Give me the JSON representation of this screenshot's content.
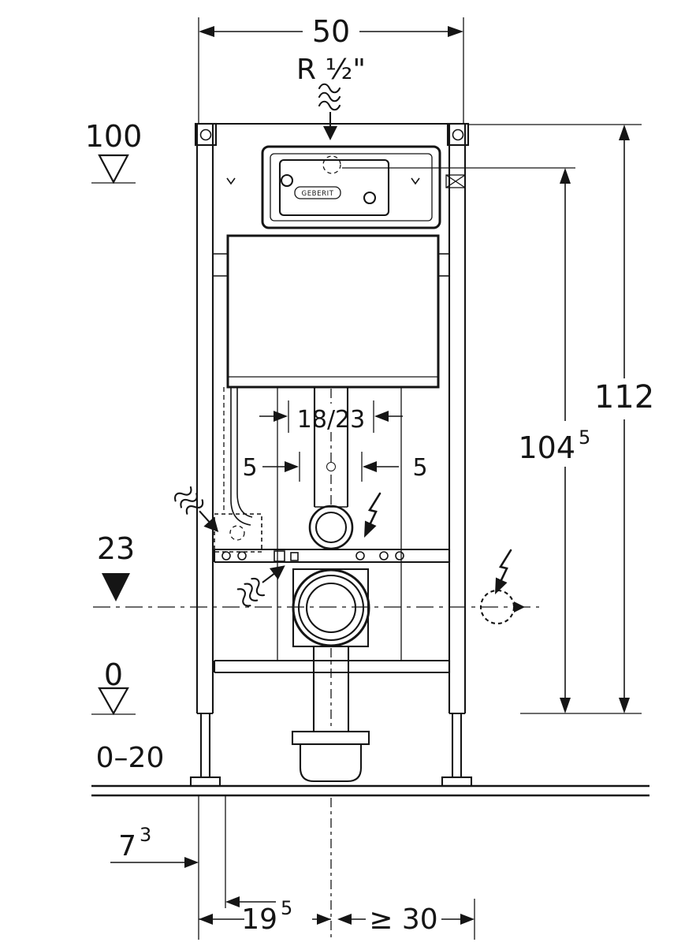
{
  "meta": {
    "ink": "#151515",
    "background": "#ffffff",
    "drawing": "wall-mounted WC installation frame, front view, dimensions in cm"
  },
  "dims": {
    "top_width": "50",
    "inlet_thread": "R ½\"",
    "level_100": "100",
    "total_height": "112",
    "inlet_height": "104",
    "inlet_height_sup": "5",
    "bolt_spacing": "18/23",
    "adjust_left": "5",
    "adjust_right": "5",
    "outlet_height": "23",
    "level_zero": "0",
    "floor_range": "0–20",
    "front_depth": "7",
    "front_depth_sup": "3",
    "outlet_depth": "19",
    "outlet_depth_sup": "5",
    "side_clearance": "≥ 30"
  },
  "labels": {
    "brand": "GEBERIT"
  },
  "icons": {
    "water_supply": "wavy-lines-with-arrow",
    "electrical_connection": "lightning-bolt-arrow",
    "level_marker_open": "open-triangle",
    "level_marker_filled": "filled-triangle"
  }
}
